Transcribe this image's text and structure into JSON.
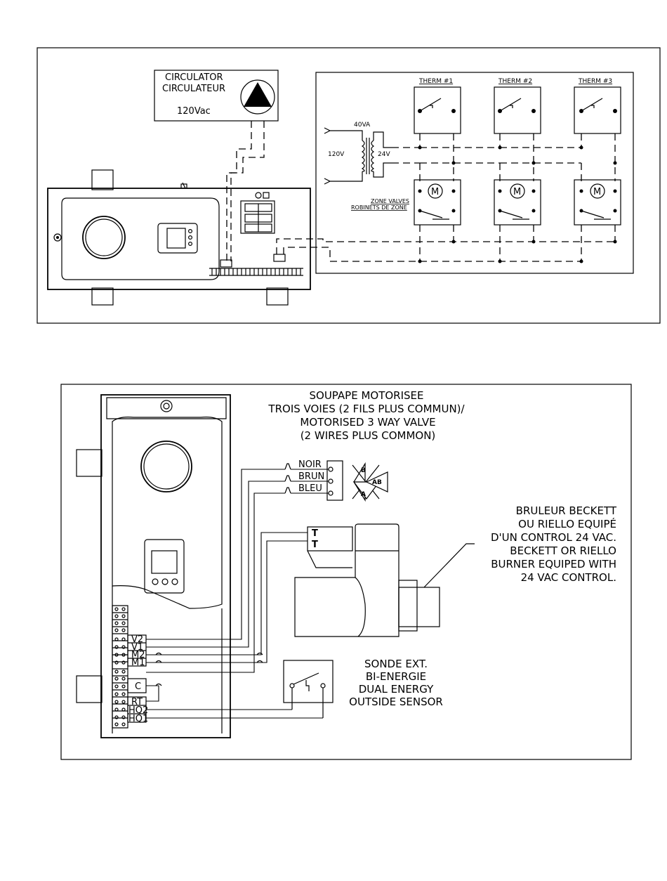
{
  "top_diagram": {
    "circulator": {
      "line1": "CIRCULATOR",
      "line2": "CIRCULATEUR",
      "voltage": "120Vac"
    },
    "transformer": {
      "va": "40VA",
      "primary": "120V",
      "secondary": "24V"
    },
    "thermostats": [
      "THERM #1",
      "THERM #2",
      "THERM #3"
    ],
    "zone_valves": {
      "line1": "ZONE VALVES",
      "line2": "ROBINETS DE ZONE"
    },
    "motor_symbol": "M"
  },
  "bottom_diagram": {
    "valve_title": [
      "SOUPAPE MOTORISEE",
      "TROIS VOIES (2 FILS PLUS COMMUN)/",
      "MOTORISED 3 WAY VALVE",
      "(2 WIRES PLUS COMMON)"
    ],
    "valve_wires": [
      "NOIR",
      "BRUN",
      "BLEU"
    ],
    "valve_ports": {
      "b": "B",
      "ab": "AB",
      "a": "A"
    },
    "burner_terminals": [
      "T",
      "T"
    ],
    "burner_text": [
      "BRULEUR BECKETT",
      "OU RIELLO EQUIPÉ",
      "D'UN CONTROL 24 VAC.",
      "BECKETT OR RIELLO",
      "BURNER EQUIPED WITH",
      "24 VAC CONTROL."
    ],
    "sensor_text": [
      "SONDE EXT.",
      "BI-ENERGIE",
      "DUAL ENERGY",
      "OUTSIDE SENSOR"
    ],
    "terminals": [
      "V2",
      "V1",
      "M2",
      "M1",
      "C",
      "RT",
      "HQ2",
      "HQ1"
    ]
  }
}
